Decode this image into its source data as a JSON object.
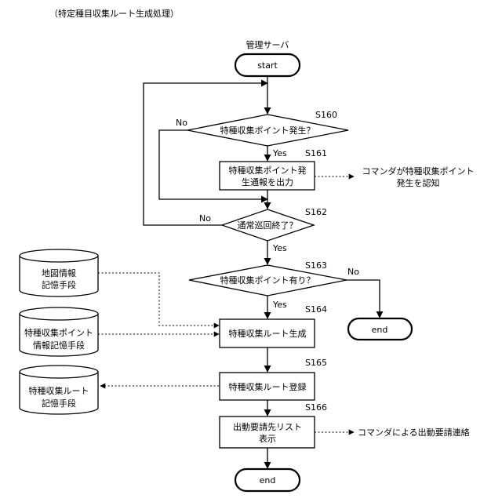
{
  "header": {
    "title": "（特定種目収集ルート生成処理）"
  },
  "lane_label": "管理サーバ",
  "start": {
    "label": "start"
  },
  "steps": {
    "s160": {
      "id": "S160",
      "text": "特種収集ポイント発生？"
    },
    "s161": {
      "id": "S161",
      "lines": [
        "特種収集ポイント発",
        "生通報を出力"
      ]
    },
    "s162": {
      "id": "S162",
      "text": "通常巡回終了？"
    },
    "s163": {
      "id": "S163",
      "text": "特種収集ポイント有り？"
    },
    "s164": {
      "id": "S164",
      "text": "特種収集ルート生成"
    },
    "s165": {
      "id": "S165",
      "text": "特種収集ルート登録"
    },
    "s166": {
      "id": "S166",
      "lines": [
        "出動要請先リスト",
        "表示"
      ]
    }
  },
  "branch_labels": {
    "s160_no": "No",
    "s160_yes": "Yes",
    "s162_no": "No",
    "s162_yes": "Yes",
    "s163_no": "No",
    "s163_yes": "Yes"
  },
  "ends": {
    "end_right": "end",
    "end_bottom": "end"
  },
  "stores": {
    "map": [
      "地図情報",
      "記憶手段"
    ],
    "point": [
      "特種収集ポイント",
      "情報記憶手段"
    ],
    "route": [
      "特種収集ルート",
      "記憶手段"
    ]
  },
  "notes": {
    "commander_aware": [
      "コマンダが特種収集ポイント",
      "発生を認知"
    ],
    "commander_dispatch": "コマンダによる出動要請連絡"
  }
}
